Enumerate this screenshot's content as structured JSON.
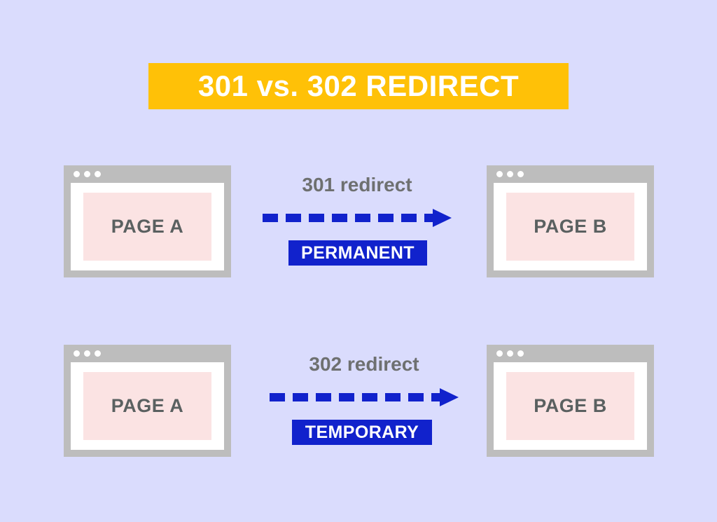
{
  "banner": {
    "title": "301 vs. 302 REDIRECT",
    "background_color": "#ffc107",
    "text_color": "#ffffff"
  },
  "theme": {
    "background_color": "#dadcfd",
    "accent_blue": "#1122cc",
    "frame_gray": "#bdbdbd",
    "page_pink": "#fbe3e3",
    "label_gray": "#6e7070",
    "page_text_gray": "#5a6060"
  },
  "rows": [
    {
      "id": "row-301",
      "source": {
        "label": "PAGE A"
      },
      "target": {
        "label": "PAGE B"
      },
      "flow": {
        "label": "301 redirect",
        "badge": "PERMANENT",
        "arrow": "dashed-arrow-right",
        "dashes": 8
      }
    },
    {
      "id": "row-302",
      "source": {
        "label": "PAGE A"
      },
      "target": {
        "label": "PAGE B"
      },
      "flow": {
        "label": "302 redirect",
        "badge": "TEMPORARY",
        "arrow": "dashed-arrow-right",
        "dashes": 8
      }
    }
  ],
  "window_chrome": {
    "dot_count": 3,
    "dot_color": "#ffffff"
  }
}
